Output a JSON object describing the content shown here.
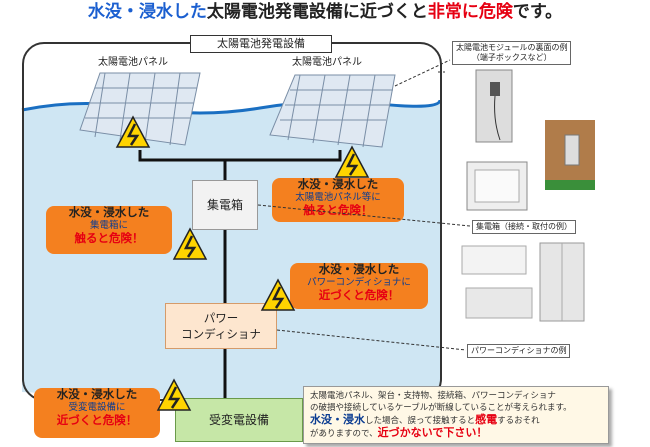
{
  "header": {
    "part1": "水没・浸水した",
    "part2": "太陽電池発電設備に近づくと",
    "part3": "非常に危険",
    "part4": "です。"
  },
  "frame_title": "太陽電池発電設備",
  "panel_labels": [
    "太陽電池パネル",
    "太陽電池パネル"
  ],
  "junction_box": "集電箱",
  "pcs": [
    "パワー",
    "コンディショナ"
  ],
  "substation": "受変電設備",
  "callouts": {
    "panel": {
      "line1": "水没・浸水した",
      "line2": "太陽電池パネル等に",
      "line3": "触ると危険！"
    },
    "junction": {
      "line1": "水没・浸水した",
      "line2": "集電箱に",
      "line3": "触ると危険！"
    },
    "pcs": {
      "line1": "水没・浸水した",
      "line2": "パワーコンディショナに",
      "line3": "近づくと危険！"
    },
    "substation": {
      "line1": "水没・浸水した",
      "line2": "受変電設備に",
      "line3": "近づくと危険！"
    }
  },
  "photo_labels": {
    "module_back": [
      "太陽電池モジュールの裏面の例",
      "（端子ボックスなど）"
    ],
    "junction": "集電箱（接続・取付の例）",
    "pcs": "パワーコンディショナの例"
  },
  "note": {
    "line1": "太陽電池パネル、架台・支持物、接続箱、パワーコンディショナ",
    "line2": "の破損や接続しているケーブルが断線していることが考えられます。",
    "line3_a": "水没・浸水",
    "line3_b": "した場合、誤って接触すると",
    "line3_c": "感電",
    "line3_d": "するおそれ",
    "line4_a": "がありますので、",
    "line4_b": "近づかないで下さい！"
  },
  "colors": {
    "accent_orange": "#f4801f",
    "danger_red": "#e60012",
    "title_blue": "#1b5fd0",
    "water": "#cfe6f3"
  }
}
